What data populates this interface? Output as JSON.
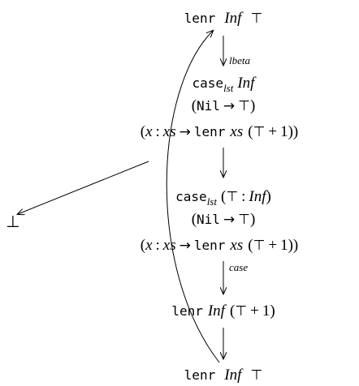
{
  "terms": {
    "t1": {
      "kw": "lenr",
      "arg": "Inf",
      "top": "⊤"
    },
    "t2": {
      "kw": "case",
      "sub": "lst",
      "arg": "Inf",
      "alt1": {
        "open": "(",
        "con": "Nil",
        "arrow": "→",
        "top": "⊤",
        "close": ")"
      },
      "alt2": {
        "open": "(",
        "pat": "x",
        "colon": ":",
        "pat2": "xs",
        "arrow": "→",
        "kw": "lenr",
        "var": "xs",
        "acc_open": "(",
        "top": "⊤",
        "plus": "+",
        "one": "1",
        "acc_close": "))"
      }
    },
    "t3": {
      "kw": "case",
      "sub": "lst",
      "scr_open": "(",
      "top": "⊤",
      "colon": ":",
      "arg": "Inf",
      "scr_close": ")",
      "alt1": {
        "open": "(",
        "con": "Nil",
        "arrow": "→",
        "top": "⊤",
        "close": ")"
      },
      "alt2": {
        "open": "(",
        "pat": "x",
        "colon": ":",
        "pat2": "xs",
        "arrow": "→",
        "kw": "lenr",
        "var": "xs",
        "acc_open": "(",
        "top": "⊤",
        "plus": "+",
        "one": "1",
        "acc_close": "))"
      }
    },
    "t4": {
      "kw": "lenr",
      "arg": "Inf",
      "acc_open": "(",
      "top": "⊤",
      "plus": "+",
      "one": "1",
      "acc_close": ")"
    },
    "t5": {
      "kw": "lenr",
      "arg": "Inf",
      "top": "⊤"
    },
    "bottom": "⊥"
  },
  "edge_labels": {
    "lbeta": "lbeta",
    "case": "case"
  }
}
